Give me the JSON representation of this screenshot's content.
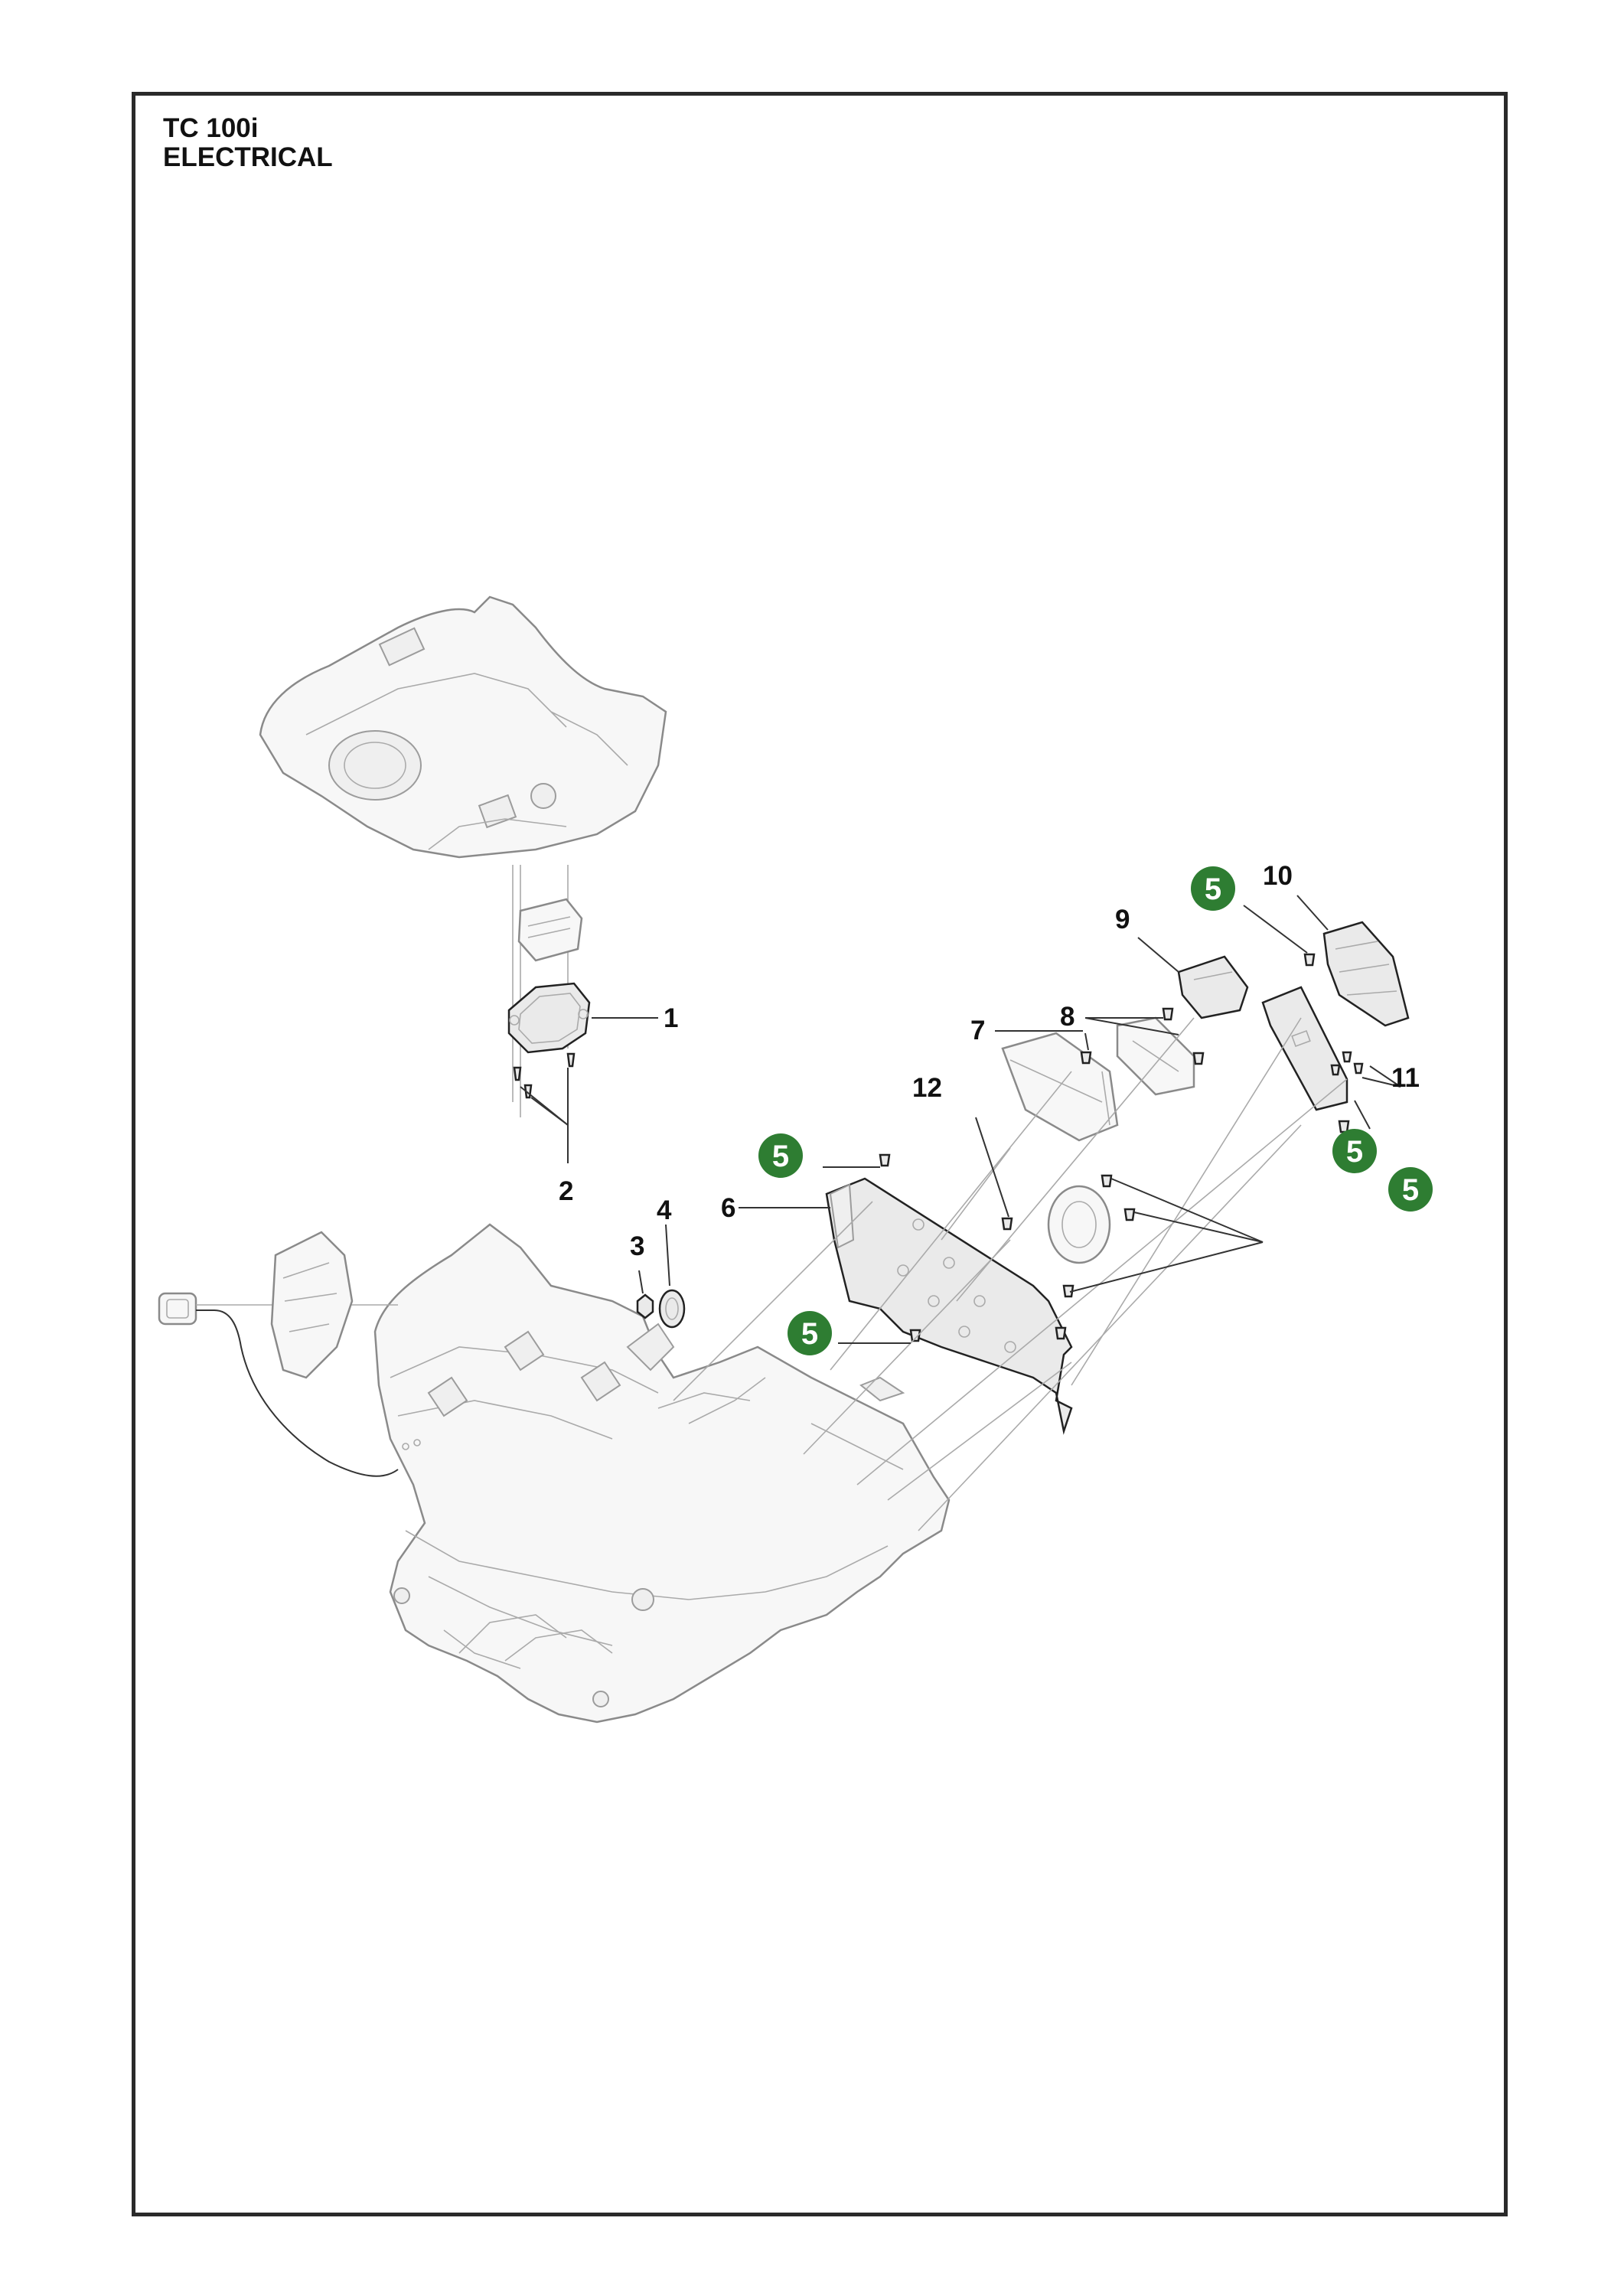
{
  "header": {
    "model": "TC 100i",
    "section": "ELECTRICAL"
  },
  "callouts": {
    "c1": "1",
    "c2": "2",
    "c3": "3",
    "c4": "4",
    "c5": "5",
    "c6": "6",
    "c7": "7",
    "c8": "8",
    "c9": "9",
    "c10": "10",
    "c11": "11",
    "c12": "12"
  },
  "colors": {
    "badge": "#2e7d32",
    "frame": "#2a2a2a",
    "line_art": "#8a8a8a"
  }
}
